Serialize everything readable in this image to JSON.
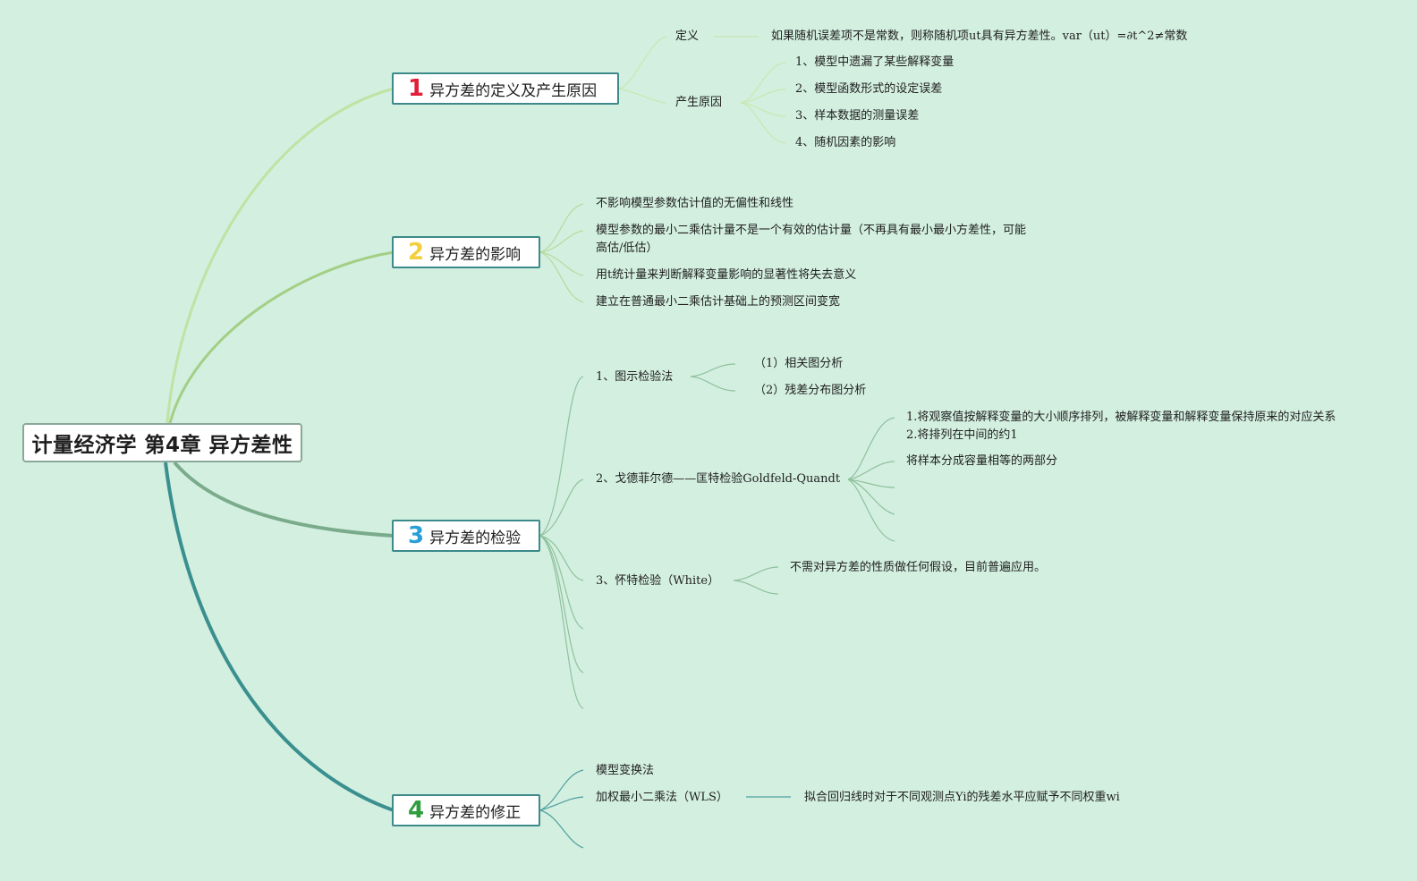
{
  "root": {
    "title": "计量经济学 第4章 异方差性"
  },
  "colors": {
    "background": "#d3efe0",
    "branch1": "#bfe3a3",
    "branch2": "#a3cf85",
    "branch3": "#7aab8b",
    "branch4": "#3a8f8f",
    "num1": "#e0203a",
    "num2": "#f2cf3c",
    "num3": "#2a9fd6",
    "num4": "#2e9e3e"
  },
  "branches": [
    {
      "num": "1",
      "label": "异方差的定义及产生原因",
      "children": [
        {
          "label": "定义",
          "detail": "如果随机误差项不是常数，则称随机项ut具有异方差性。var（ut）=∂t^2≠常数"
        },
        {
          "label": "产生原因",
          "items": [
            "1、模型中遗漏了某些解释变量",
            "2、模型函数形式的设定误差",
            "3、样本数据的测量误差",
            "4、随机因素的影响"
          ]
        }
      ]
    },
    {
      "num": "2",
      "label": "异方差的影响",
      "items": [
        "不影响模型参数估计值的无偏性和线性",
        "模型参数的最小二乘估计量不是一个有效的估计量（不再具有最小最小方差性，可能高估/低估）",
        "用t统计量来判断解释变量影响的显著性将失去意义",
        "建立在普通最小二乘估计基础上的预测区间变宽"
      ]
    },
    {
      "num": "3",
      "label": "异方差的检验",
      "children": [
        {
          "label": "1、图示检验法",
          "items": [
            "（1）相关图分析",
            "（2）残差分布图分析"
          ]
        },
        {
          "label": "2、戈德菲尔德——匡特检验Goldfeld-Quandt",
          "items": [
            "1.将观察值按解释变量的大小顺序排列，被解释变量和解释变量保持原来的对应关系 2.将排列在中间的约1",
            "将样本分成容量相等的两部分"
          ]
        },
        {
          "label": "3、怀特检验（White）",
          "items": [
            "不需对异方差的性质做任何假设，目前普遍应用。"
          ]
        }
      ]
    },
    {
      "num": "4",
      "label": "异方差的修正",
      "children": [
        {
          "label": "模型变换法"
        },
        {
          "label": "加权最小二乘法（WLS）",
          "detail": "拟合回归线时对于不同观测点Yi的残差水平应赋予不同权重wi"
        }
      ]
    }
  ]
}
